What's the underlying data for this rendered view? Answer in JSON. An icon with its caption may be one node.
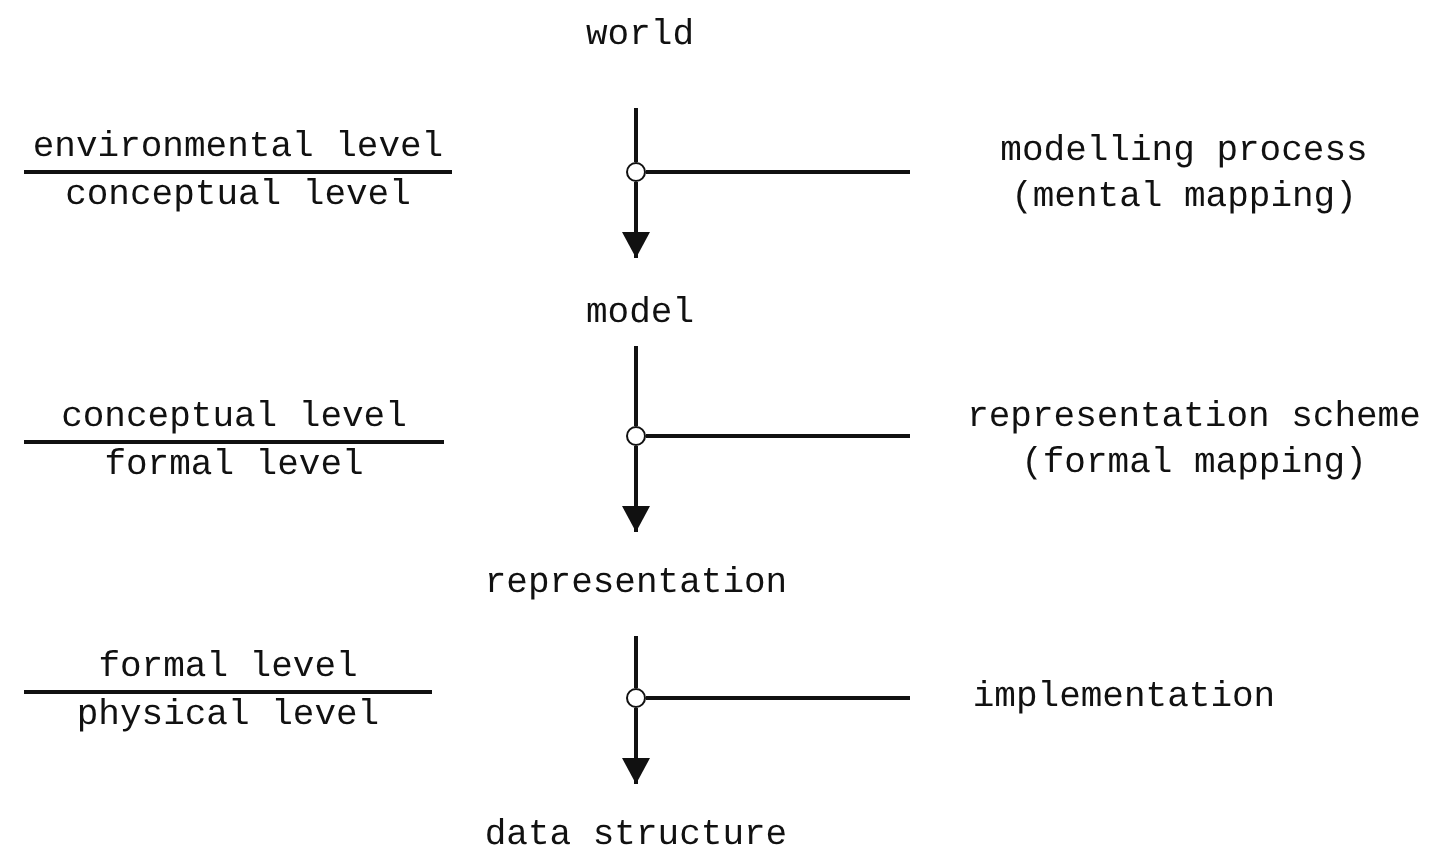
{
  "diagram": {
    "nodes": [
      {
        "text": [
          "world"
        ]
      },
      {
        "text": [],
        "shape": "circle"
      },
      {
        "text": [
          "modelling process (mental mapping)"
        ]
      },
      {
        "text": [
          "model"
        ]
      },
      {
        "text": [],
        "shape": "circle"
      },
      {
        "text": [
          "representation scheme (formal mapping)"
        ]
      },
      {
        "text": [
          "representation"
        ]
      },
      {
        "text": [],
        "shape": "circle"
      },
      {
        "text": [
          "implementation"
        ]
      },
      {
        "text": [
          "data structure"
        ]
      }
    ],
    "edges": [
      {
        "from": 0,
        "to": 1,
        "arrow": "none"
      },
      {
        "from": 1,
        "to": 3,
        "arrow": "to"
      },
      {
        "from": 2,
        "to": 1,
        "arrow": "none"
      },
      {
        "from": 3,
        "to": 4,
        "arrow": "none"
      },
      {
        "from": 4,
        "to": 6,
        "arrow": "to"
      },
      {
        "from": 5,
        "to": 4,
        "arrow": "none"
      },
      {
        "from": 6,
        "to": 7,
        "arrow": "none"
      },
      {
        "from": 7,
        "to": 9,
        "arrow": "to"
      },
      {
        "from": 8,
        "to": 7,
        "arrow": "none"
      }
    ],
    "labels": [
      "environmental level",
      "conceptual level",
      "conceptual level",
      "formal level",
      "formal level",
      "physical level"
    ]
  }
}
